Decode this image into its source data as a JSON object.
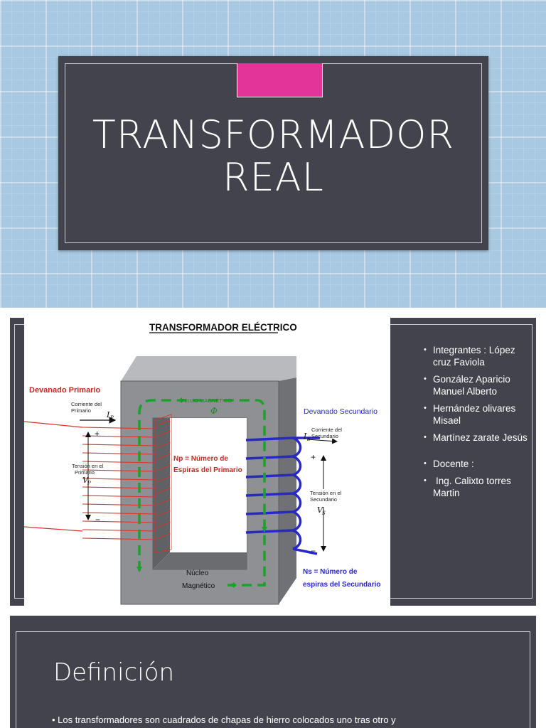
{
  "slide1": {
    "title_line1": "TRANSFORMADOR",
    "title_line2": "REAL"
  },
  "slide2": {
    "diagram": {
      "heading": "TRANSFORMADOR ELÉCTRICO",
      "primary_winding": "Devanado Primario",
      "primary_current_l1": "Corriente del",
      "primary_current_l2": "Primario",
      "ip": "I",
      "ip_sub": "P",
      "plus": "+",
      "minus": "−",
      "primary_voltage_l1": "Tensión en el",
      "primary_voltage_l2": "Primario",
      "vp": "V",
      "vp_sub": "P",
      "flux": "FLUJO MAGNÉTICO",
      "phi": "Φ",
      "np_l1": "Np = Número de",
      "np_l2": "Espiras del Primario",
      "secondary_winding": "Devanado Secundario",
      "secondary_current_l1": "Corriente del",
      "secondary_current_l2": "Secundario",
      "is": "I",
      "is_sub": "S",
      "secondary_voltage_l1": "Tensión en el",
      "secondary_voltage_l2": "Secundario",
      "vs": "V",
      "vs_sub": "S",
      "core_l1": "Núcleo",
      "core_l2": "Magnético",
      "ns_l1": "Ns = Número de",
      "ns_l2": "espiras del Secundario"
    },
    "members": [
      "Integrantes : López cruz Faviola",
      "González Aparicio Manuel Alberto",
      "Hernández olivares Misael",
      "Martínez zarate Jesús",
      "Docente :",
      "Ing. Calixto torres Martin"
    ]
  },
  "slide3": {
    "title": "Definición",
    "text": "Los transformadores son cuadrados de chapas de hierro colocados uno tras otro y"
  },
  "colors": {
    "slide_dark": "#43434d",
    "accent_pink": "#e3349a",
    "background_blue": "#a9c9e3",
    "primary_red": "#d9342b",
    "secondary_blue": "#2828c8",
    "flux_green": "#1fa02c",
    "core_gray": "#8e9094"
  }
}
